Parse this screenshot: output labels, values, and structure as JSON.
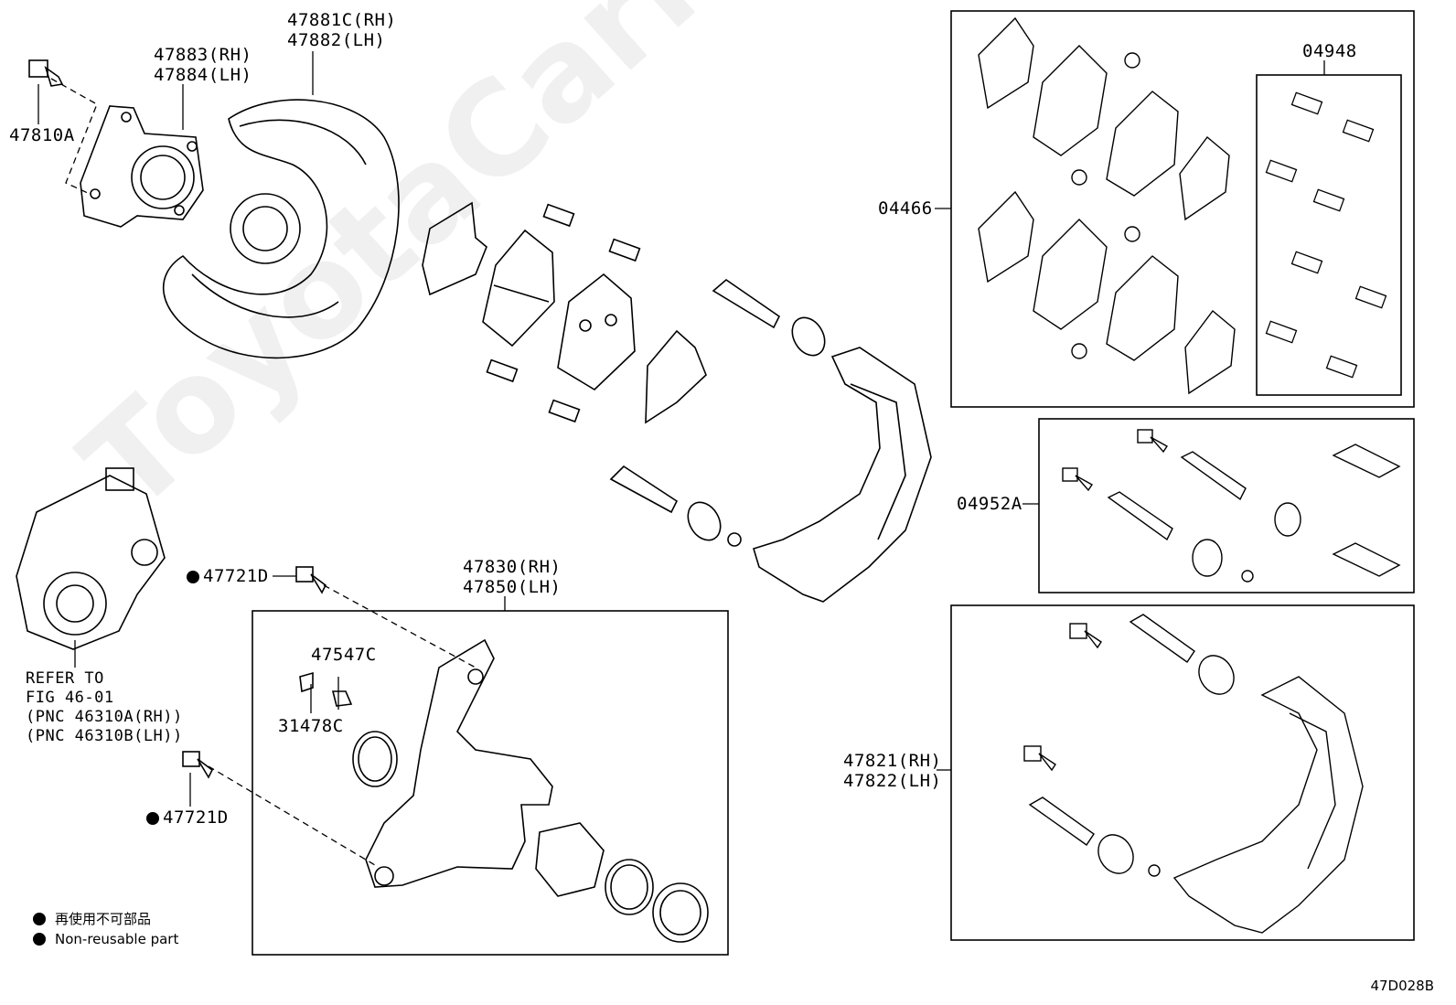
{
  "labels": {
    "bolt_top": "47810A",
    "plate_rh": "47883(RH)",
    "plate_lh": "47884(LH)",
    "shield_rh": "47881C(RH)",
    "shield_lh": "47882(LH)",
    "pad_kit": "04466",
    "shim_kit": "04948",
    "pin_kit": "04952A",
    "mount_rh": "47821(RH)",
    "mount_lh": "47822(LH)",
    "caliper_rh": "47830(RH)",
    "caliper_lh": "47850(LH)",
    "bleeder": "47547C",
    "cap": "31478C",
    "bolt_upper": "47721D",
    "bolt_lower": "47721D",
    "refer_1": "REFER TO",
    "refer_2": "FIG 46-01",
    "refer_3": "(PNC 46310A(RH))",
    "refer_4": "(PNC 46310B(LH))"
  },
  "legend": {
    "jp": "再使用不可部品",
    "en": "Non-reusable part"
  },
  "figure_code": "47D028B",
  "watermark": "ToyotaCarMirror.ru"
}
